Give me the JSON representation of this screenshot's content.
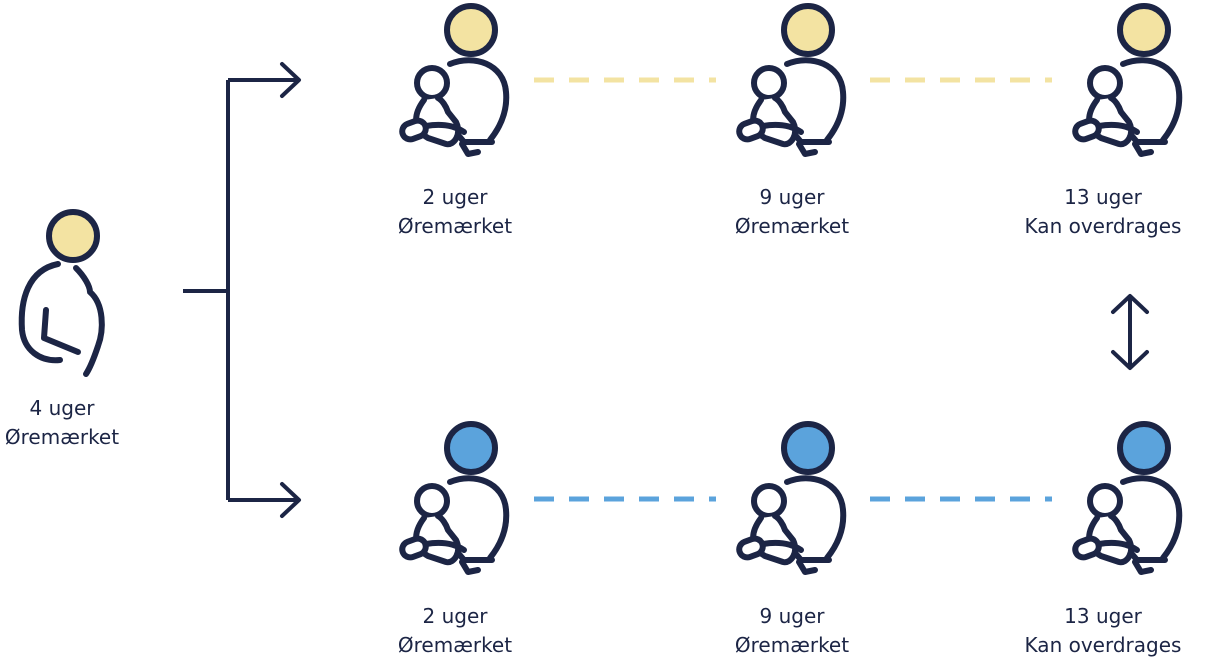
{
  "colors": {
    "ink": "#1c2545",
    "yellow": "#f3e3a2",
    "blue": "#5ba3dc"
  },
  "icons": {
    "pregnant": "pregnant-person-icon",
    "carrying": "parent-holding-baby-icon"
  },
  "mother": {
    "line1": "4 uger",
    "line2": "Øremærket"
  },
  "top_row": [
    {
      "line1": "2 uger",
      "line2": "Øremærket"
    },
    {
      "line1": "9 uger",
      "line2": "Øremærket"
    },
    {
      "line1": "13 uger",
      "line2": "Kan overdrages"
    }
  ],
  "bottom_row": [
    {
      "line1": "2 uger",
      "line2": "Øremærket"
    },
    {
      "line1": "9 uger",
      "line2": "Øremærket"
    },
    {
      "line1": "13 uger",
      "line2": "Kan overdrages"
    }
  ]
}
